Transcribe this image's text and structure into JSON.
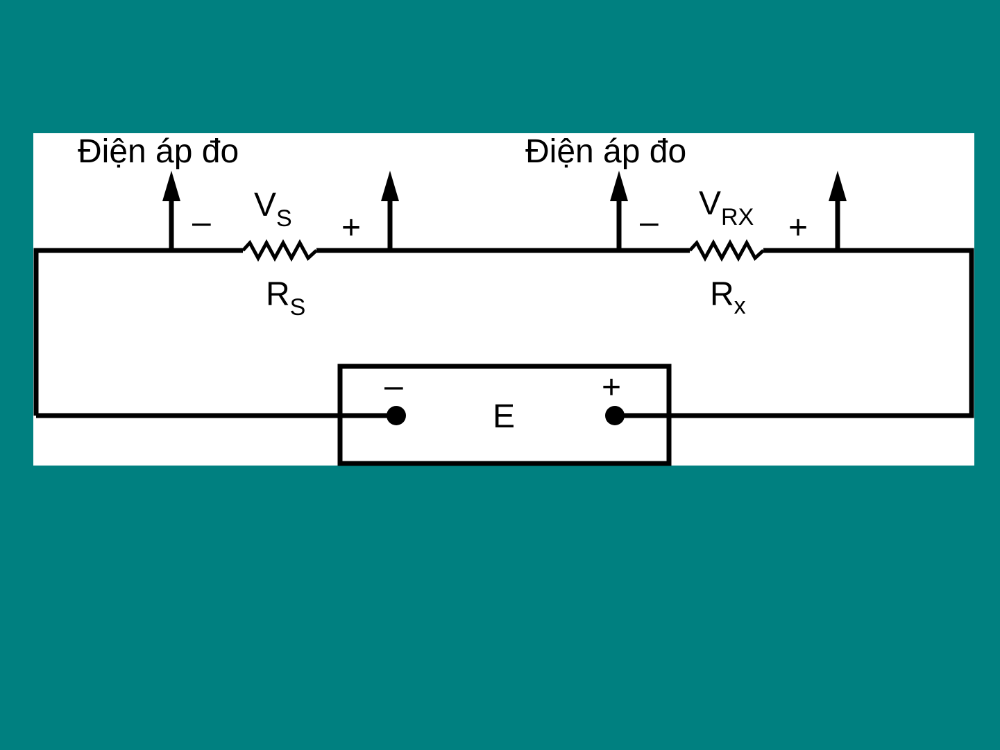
{
  "colors": {
    "background": "#008080",
    "panel": "#ffffff",
    "ink": "#000000"
  },
  "diagram": {
    "left_probe_label": "Điện áp đo",
    "right_probe_label": "Điện áp đo",
    "vs": {
      "main": "V",
      "sub": "S"
    },
    "vrx": {
      "main": "V",
      "sub": "RX"
    },
    "rs": {
      "main": "R",
      "sub": "S"
    },
    "rx": {
      "main": "R",
      "sub": "x"
    },
    "source_label": "E",
    "minus_sign": "–",
    "plus_sign": "+"
  }
}
